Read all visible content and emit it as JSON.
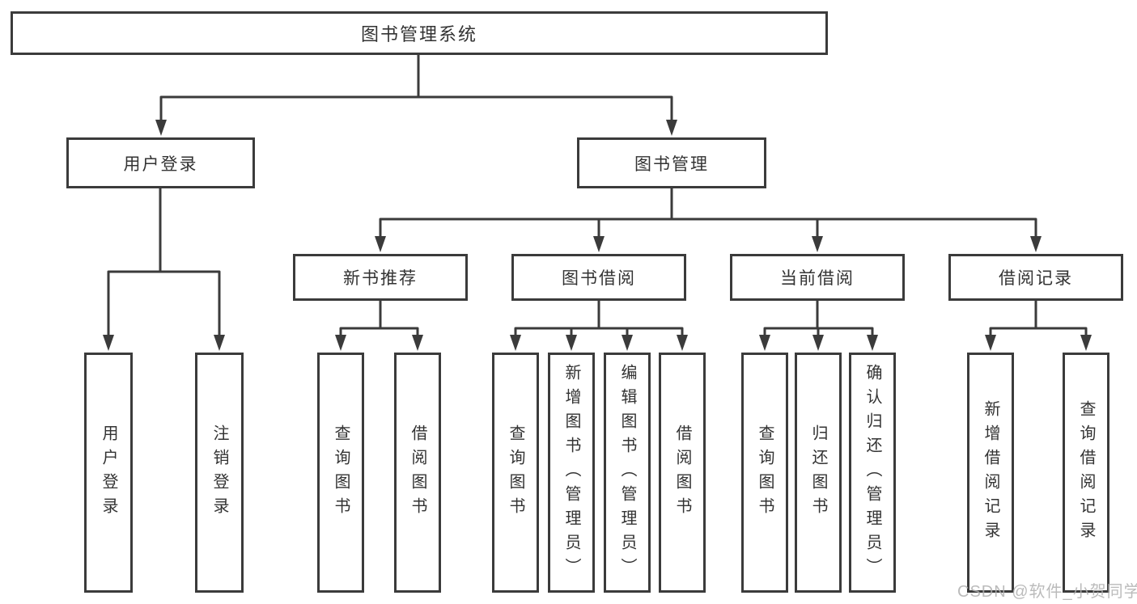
{
  "tree": {
    "root": {
      "label": "图书管理系统"
    },
    "branches": [
      {
        "label": "用户登录",
        "children": [
          {
            "label": "用户登录"
          },
          {
            "label": "注销登录"
          }
        ]
      },
      {
        "label": "图书管理",
        "children": [
          {
            "label": "新书推荐",
            "children": [
              {
                "label": "查询图书"
              },
              {
                "label": "借阅图书"
              }
            ]
          },
          {
            "label": "图书借阅",
            "children": [
              {
                "label": "查询图书"
              },
              {
                "label": "新增图书（管理员）"
              },
              {
                "label": "编辑图书（管理员）"
              },
              {
                "label": "借阅图书"
              }
            ]
          },
          {
            "label": "当前借阅",
            "children": [
              {
                "label": "查询图书"
              },
              {
                "label": "归还图书"
              },
              {
                "label": "确认归还（管理员）"
              }
            ]
          },
          {
            "label": "借阅记录",
            "children": [
              {
                "label": "新增借阅记录"
              },
              {
                "label": "查询借阅记录"
              }
            ]
          }
        ]
      }
    ]
  },
  "watermark": {
    "text": "CSDN @软件_小贺同学"
  },
  "colors": {
    "line": "#3b3b3b",
    "box_border": "#3b3b3b",
    "text": "#333333",
    "watermark": "#b0b0b0",
    "background": "#ffffff"
  }
}
